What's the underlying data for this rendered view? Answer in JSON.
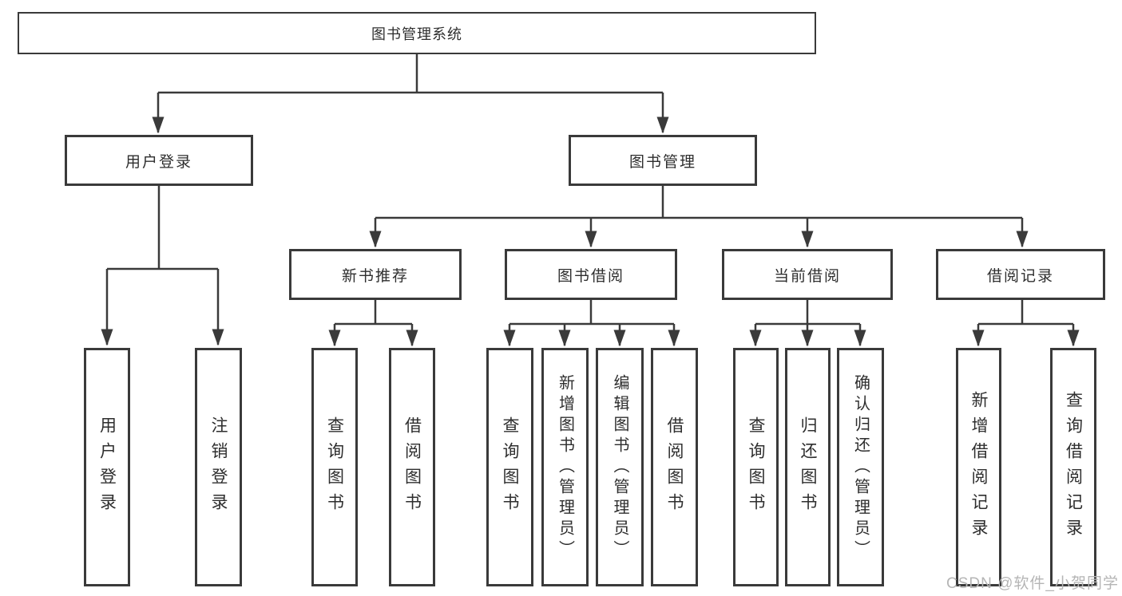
{
  "tree": {
    "root": {
      "label": "图书管理系统"
    },
    "level2": [
      {
        "label": "用户登录"
      },
      {
        "label": "图书管理"
      }
    ],
    "level3": [
      {
        "label": "新书推荐"
      },
      {
        "label": "图书借阅"
      },
      {
        "label": "当前借阅"
      },
      {
        "label": "借阅记录"
      }
    ],
    "groups": [
      {
        "parent": "用户登录",
        "items": [
          {
            "label": "用户登录"
          },
          {
            "label": "注销登录"
          }
        ]
      },
      {
        "parent": "新书推荐",
        "items": [
          {
            "label": "查询图书"
          },
          {
            "label": "借阅图书"
          }
        ]
      },
      {
        "parent": "图书借阅",
        "items": [
          {
            "label": "查询图书"
          },
          {
            "label": "新增图书（管理员）"
          },
          {
            "label": "编辑图书（管理员）"
          },
          {
            "label": "借阅图书"
          }
        ]
      },
      {
        "parent": "当前借阅",
        "items": [
          {
            "label": "查询图书"
          },
          {
            "label": "归还图书"
          },
          {
            "label": "确认归还（管理员）"
          }
        ]
      },
      {
        "parent": "借阅记录",
        "items": [
          {
            "label": "新增借阅记录"
          },
          {
            "label": "查询借阅记录"
          }
        ]
      }
    ]
  },
  "watermark": "CSDN @软件_小贺同学",
  "colors": {
    "line": "#3a3a3a",
    "text": "#2e2e2e",
    "watermark": "#b5b5b5",
    "background": "#ffffff"
  }
}
